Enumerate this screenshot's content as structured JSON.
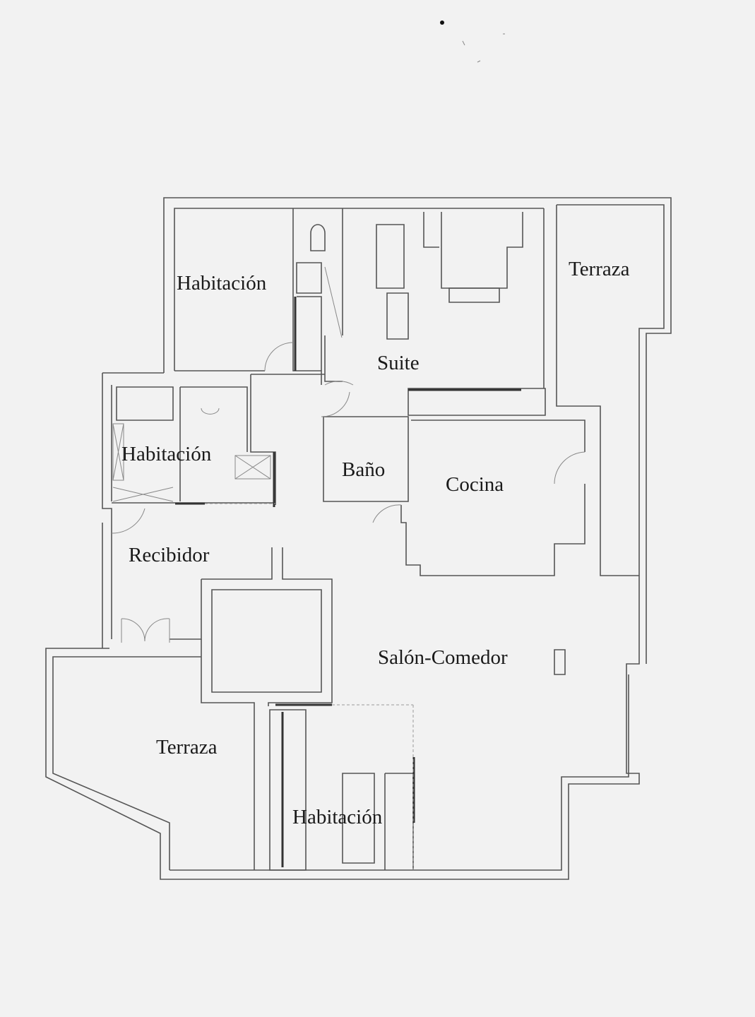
{
  "diagram": {
    "type": "floor-plan",
    "rooms": {
      "habitacion_1": "Habitación",
      "suite": "Suite",
      "terraza_1": "Terraza",
      "habitacion_2": "Habitación",
      "bano": "Baño",
      "cocina": "Cocina",
      "recibidor": "Recibidor",
      "salon": "Salón-Comedor",
      "terraza_2": "Terraza",
      "habitacion_3": "Habitación"
    }
  }
}
